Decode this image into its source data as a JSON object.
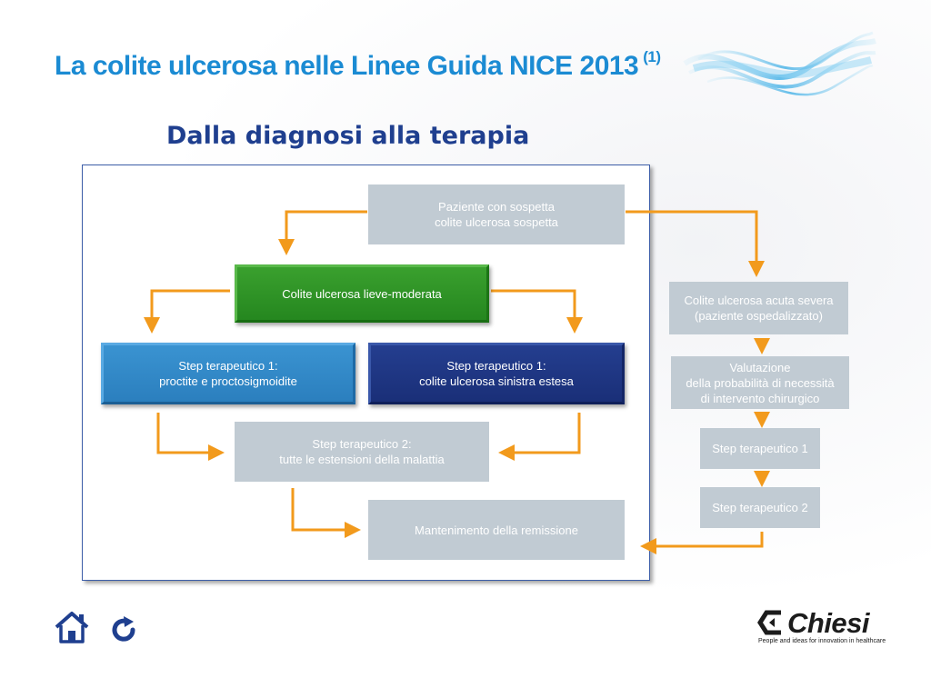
{
  "header": {
    "title": "La colite ulcerosa nelle Linee Guida NICE 2013",
    "title_ref": "(1)",
    "subtitle": "Dalla diagnosi alla terapia"
  },
  "diagram": {
    "nodes": {
      "patient_suspected": "Paziente con sospetta\ncolite ulcerosa sospetta",
      "uc_mild_moderate": "Colite ulcerosa lieve-moderata",
      "step1_proctitis": "Step terapeutico 1:\nproctite e proctosigmoidite",
      "step1_left_extensive": "Step terapeutico 1:\ncolite ulcerosa sinistra estesa",
      "step2_all_extents": "Step terapeutico 2:\ntutte le estensioni della malattia",
      "maintenance_remission": "Mantenimento della remissione",
      "acute_severe": "Colite ulcerosa acuta severa\n(paziente ospedalizzato)",
      "surgery_assessment": "Valutazione\ndella probabilità di necessità\ndi intervento chirurgico",
      "severe_step1": "Step terapeutico 1",
      "severe_step2": "Step terapeutico 2"
    },
    "colors": {
      "grey_box": "#c1cbd3",
      "green_box": "#2f9428",
      "light_blue_box": "#3389c8",
      "dark_blue_box": "#1f3683",
      "arrow": "#f29a1c"
    }
  },
  "navigation": {
    "home_icon": "home-icon",
    "reload_icon": "refresh-icon"
  },
  "brand": {
    "name": "Chiesi",
    "tagline": "People and ideas for innovation in healthcare"
  }
}
